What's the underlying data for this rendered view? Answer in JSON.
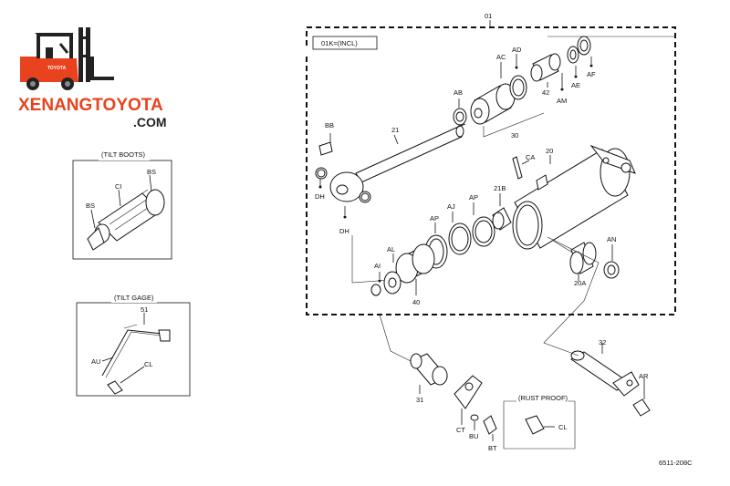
{
  "logo": {
    "name_line1": "XENANGTOYOTA",
    "name_line2": ".COM",
    "forklift_badge": "TOYOTA",
    "brand_color": "#e8431e",
    "dark_color": "#222222"
  },
  "callouts": {
    "assembly": "01",
    "kit": "01K=(INCL)",
    "ad": "AD",
    "ac": "AC",
    "ab": "AB",
    "ae": "AE",
    "af": "AF",
    "p42": "42",
    "am": "AM",
    "p30": "30",
    "bb": "BB",
    "p21": "21",
    "dh_top": "DH",
    "dh_bottom": "DH",
    "p20": "20",
    "ca": "CA",
    "p21b": "21B",
    "ap_1": "AP",
    "aj": "AJ",
    "ap_2": "AP",
    "al": "AL",
    "ai": "AI",
    "p40": "40",
    "an": "AN",
    "p20a": "20A",
    "p31": "31",
    "ct": "CT",
    "bu": "BU",
    "bt": "BT",
    "p32": "32",
    "ar": "AR",
    "cl_rust": "CL"
  },
  "insets": {
    "tilt_boots": {
      "title": "(TILT BOOTS)",
      "bs_1": "BS",
      "ci": "CI",
      "bs_2": "BS"
    },
    "tilt_gage": {
      "title": "(TILT GAGE)",
      "p51": "51",
      "au": "AU",
      "cl": "CL"
    },
    "rust_proof": {
      "title": "(RUST PROOF)"
    }
  },
  "drawing_number": "6511-208C"
}
